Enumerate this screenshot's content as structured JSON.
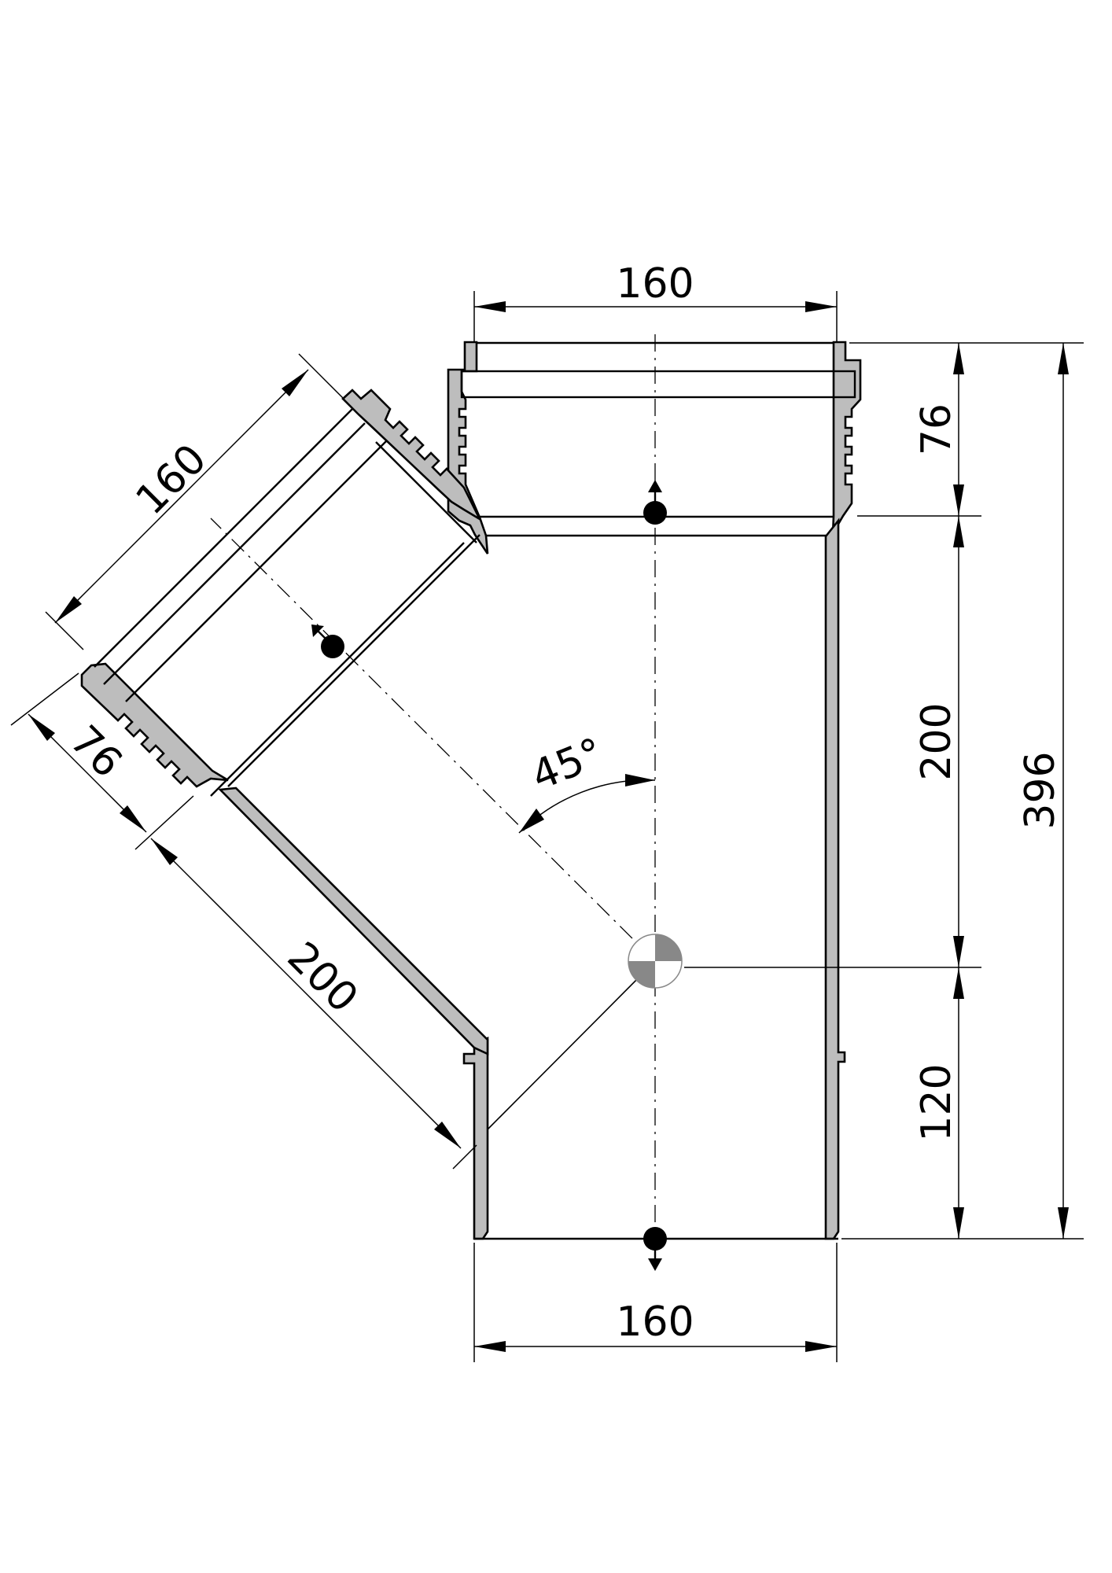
{
  "drawing": {
    "dimensions": {
      "top_width": "160",
      "bottom_width": "160",
      "branch_width": "160",
      "socket_depth_main": "76",
      "socket_depth_branch": "76",
      "main_upper_length": "200",
      "main_lower_length": "120",
      "branch_length": "200",
      "overall_height": "396",
      "branch_angle": "45°"
    }
  }
}
